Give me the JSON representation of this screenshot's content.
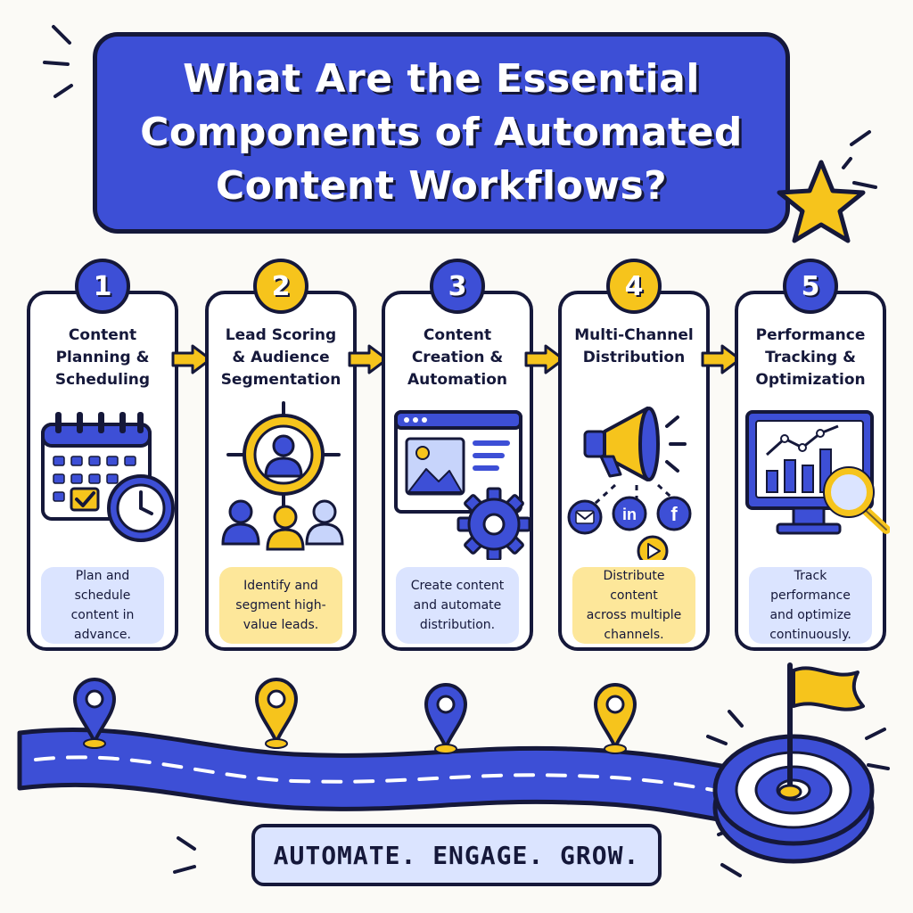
{
  "title": {
    "line1": "What Are the Essential",
    "line2": "Components of Automated",
    "line3": "Content Workflows?"
  },
  "steps": [
    {
      "number": "1",
      "title": "Content\nPlanning &\nScheduling",
      "description": "Plan and schedule\ncontent in\nadvance."
    },
    {
      "number": "2",
      "title": "Lead Scoring\n& Audience\nSegmentation",
      "description": "Identify and\nsegment high-\nvalue leads."
    },
    {
      "number": "3",
      "title": "Content\nCreation &\nAutomation",
      "description": "Create content\nand automate\ndistribution."
    },
    {
      "number": "4",
      "title": "Multi-Channel\nDistribution",
      "description": "Distribute content\nacross multiple\nchannels."
    },
    {
      "number": "5",
      "title": "Performance\nTracking &\nOptimization",
      "description": "Track performance\nand optimize\ncontinuously."
    }
  ],
  "slogan": "AUTOMATE. ENGAGE. GROW.",
  "colors": {
    "blue": "#3d4fd6",
    "yellow": "#f6c41c",
    "ink": "#15183a",
    "light_blue": "#dbe4ff",
    "light_yellow": "#fde79a"
  },
  "icons": {
    "step1": [
      "calendar-icon",
      "checkmark-icon",
      "clock-icon"
    ],
    "step2": [
      "target-icon",
      "user-icon",
      "audience-group-icon"
    ],
    "step3": [
      "browser-window-icon",
      "image-icon",
      "gear-icon"
    ],
    "step4": [
      "megaphone-icon",
      "email-icon",
      "linkedin-icon",
      "facebook-icon",
      "play-icon"
    ],
    "step5": [
      "monitor-icon",
      "line-chart-icon",
      "bar-chart-icon",
      "magnifier-icon"
    ],
    "decor": [
      "star-icon",
      "map-pin-icon",
      "flag-icon",
      "target-goal-icon",
      "road-icon"
    ]
  }
}
